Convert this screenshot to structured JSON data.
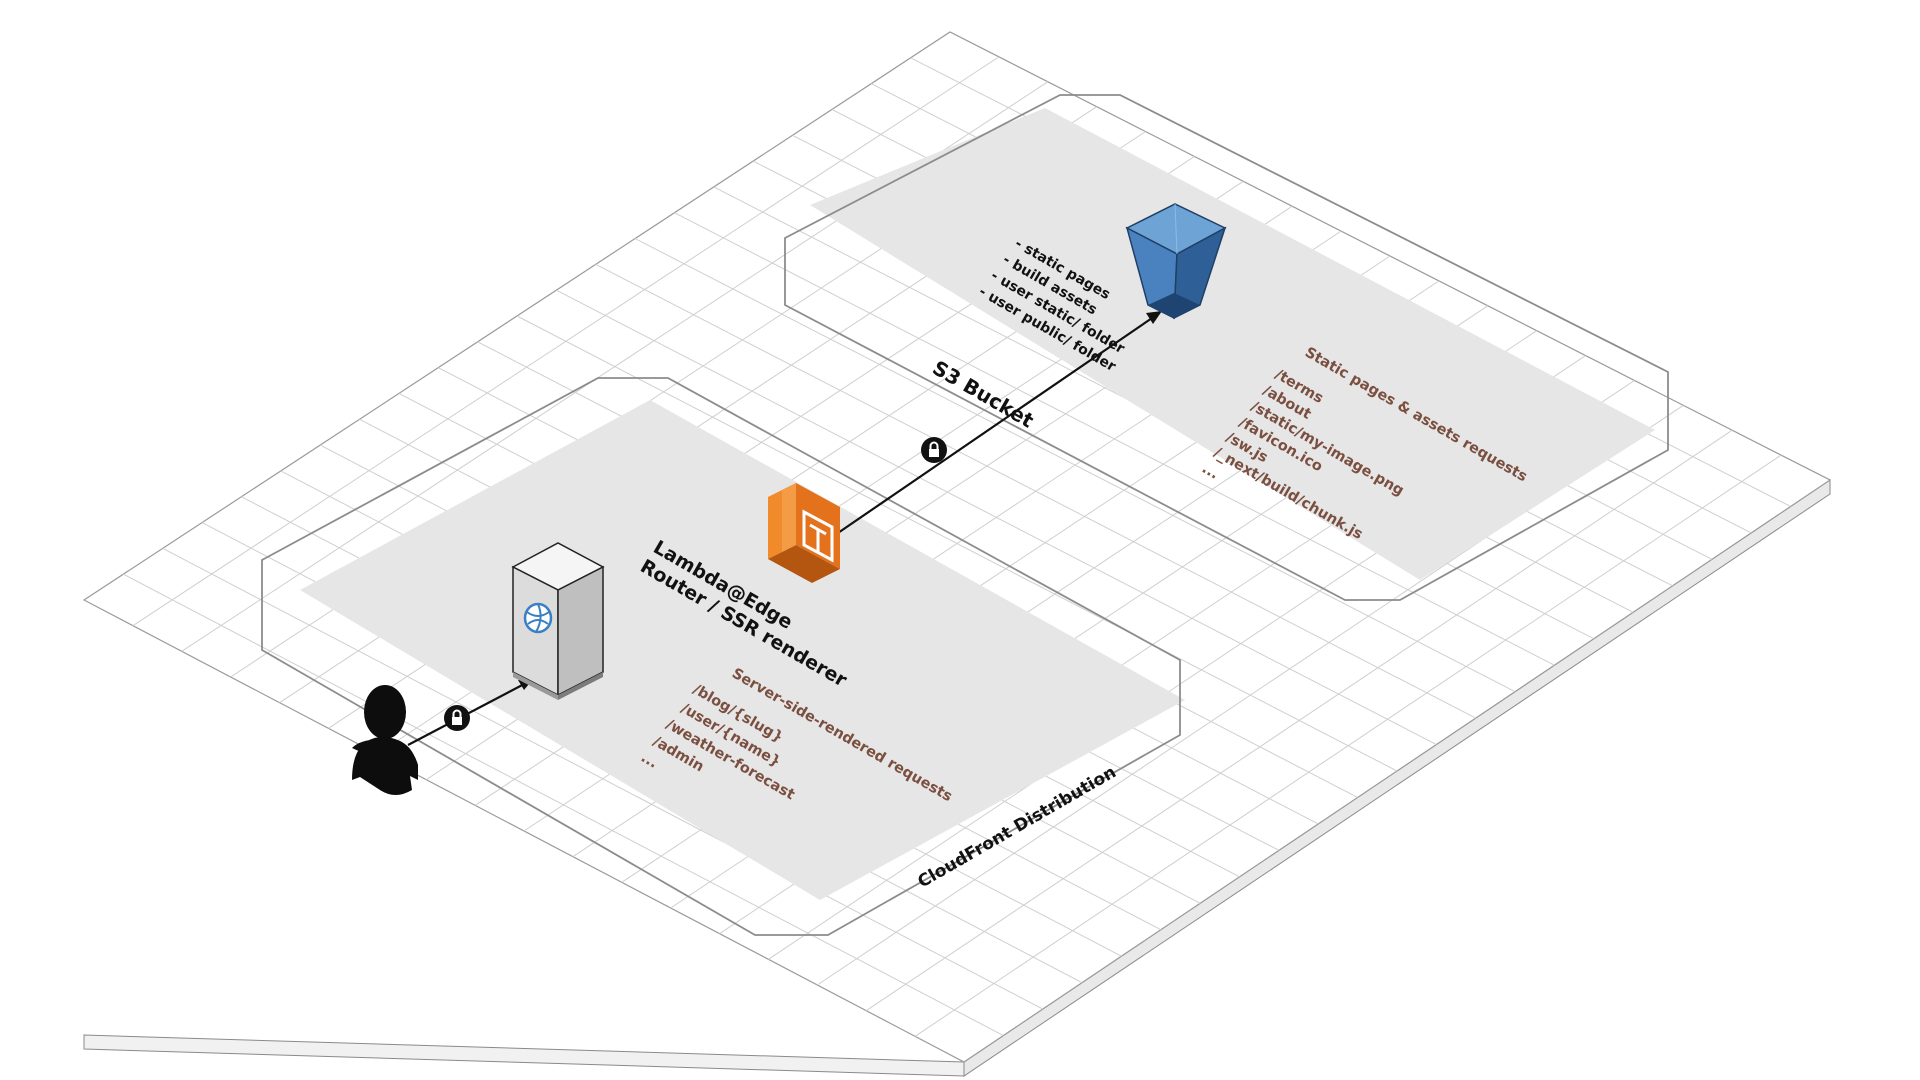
{
  "distribution": {
    "title": "CloudFront Distribution"
  },
  "lambda": {
    "title_line1": "Lambda@Edge",
    "title_line2": "Router / SSR renderer",
    "requests_heading": "Server-side-rendered requests",
    "routes": [
      "/blog/{slug}",
      "/user/{name}",
      "/weather-forecast",
      "/admin",
      "..."
    ]
  },
  "s3": {
    "title": "S3 Bucket",
    "contents": [
      "- static pages",
      "- build assets",
      "- user static/ folder",
      "- user public/ folder"
    ],
    "requests_heading": "Static pages & assets requests",
    "routes": [
      "/terms",
      "/about",
      "/static/my-image.png",
      "/favicon.ico",
      "/sw.js",
      "/_next/build/chunk.js",
      "..."
    ]
  },
  "colors": {
    "grid_line": "#c8c8c8",
    "platform_edge": "#7a7a7a",
    "zone_fill": "#e6e6e7",
    "text_brown": "#7a4f3f",
    "lambda_orange": "#e8741e",
    "s3_blue": "#3b6fa8"
  },
  "icons": [
    "user-icon",
    "lock-icon",
    "edge-server-icon",
    "lambda-icon",
    "s3-bucket-icon"
  ]
}
